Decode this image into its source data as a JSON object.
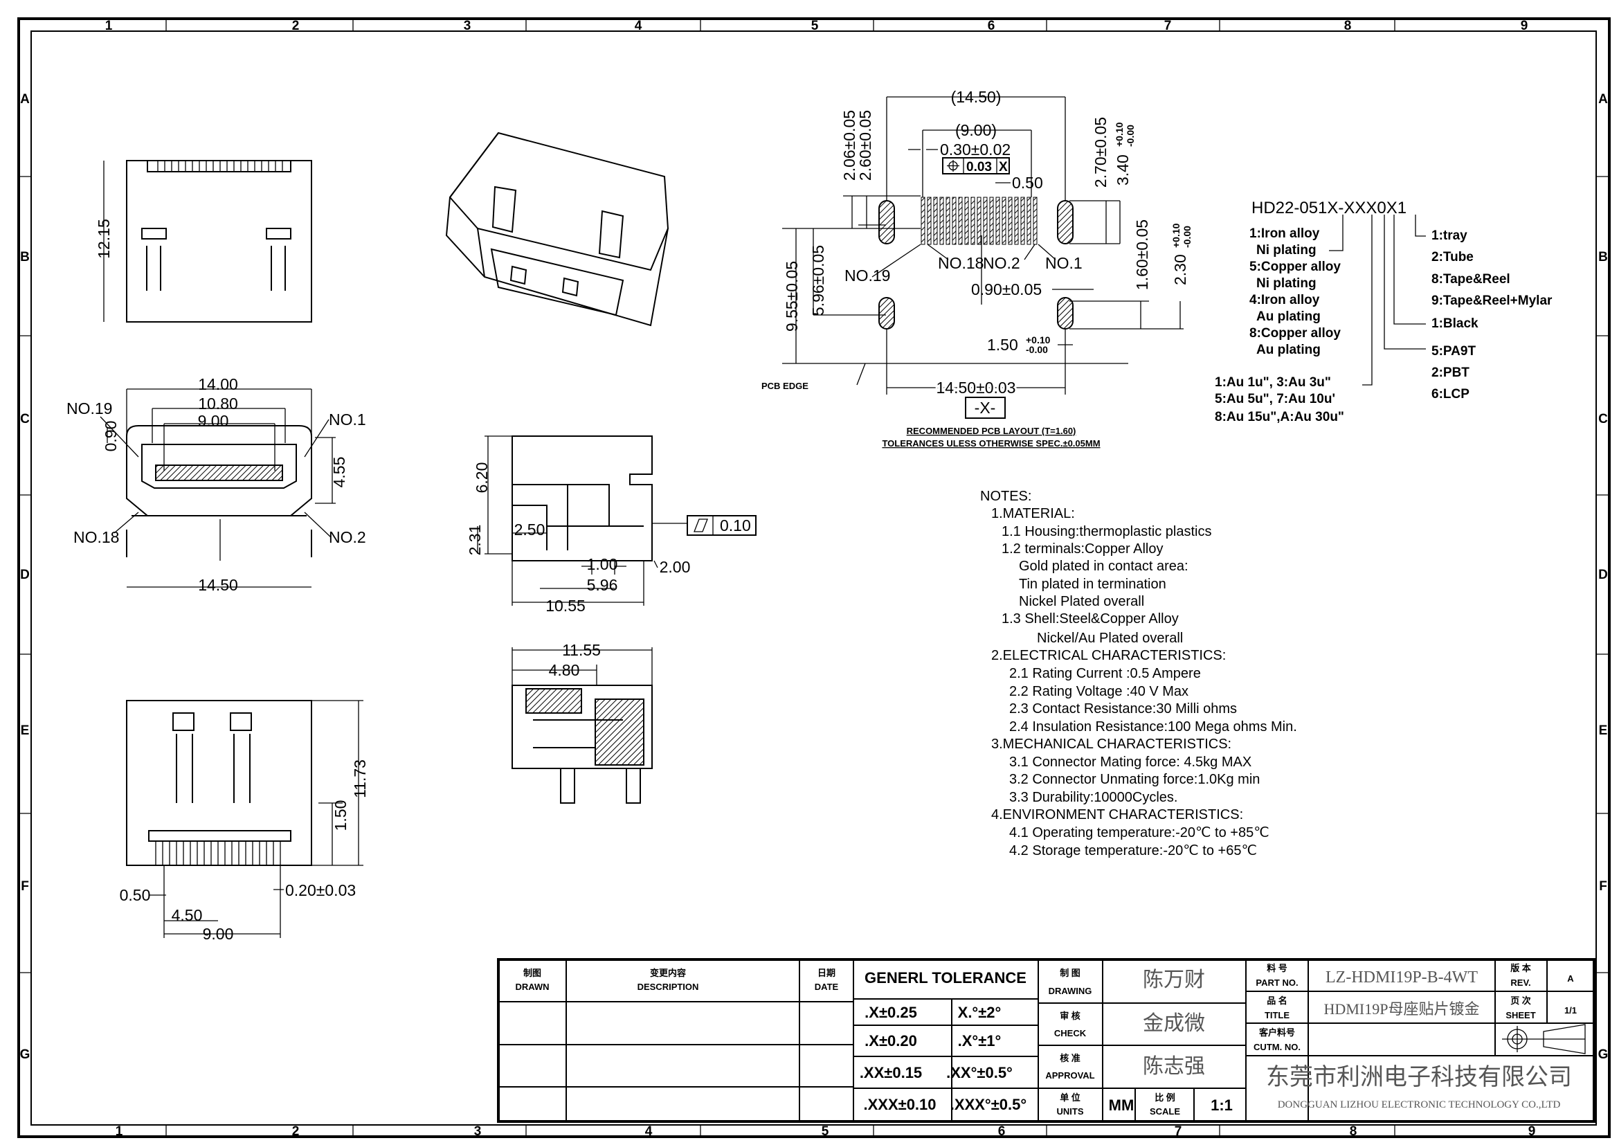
{
  "frame": {
    "columns": [
      "1",
      "2",
      "3",
      "4",
      "5",
      "6",
      "7",
      "8",
      "9"
    ],
    "rows": [
      "A",
      "B",
      "C",
      "D",
      "E",
      "F",
      "G"
    ]
  },
  "top_view": {
    "height_dim": "12.15"
  },
  "front_view": {
    "dim_14_00": "14.00",
    "dim_10_80": "10.80",
    "dim_9_00": "9.00",
    "dim_0_90": "0.90",
    "dim_4_55": "4.55",
    "dim_14_50": "14.50",
    "pin_19": "NO.19",
    "pin_1": "NO.1",
    "pin_18": "NO.18",
    "pin_2": "NO.2"
  },
  "side_view": {
    "dim_6_20": "6.20",
    "dim_2_31": "2.31",
    "dim_2_50": "2.50",
    "dim_1_00": "1.00",
    "dim_2_00": "2.00",
    "dim_5_96": "5.96",
    "dim_10_55": "10.55",
    "flatness_value": "0.10"
  },
  "section_view": {
    "dim_11_55": "11.55",
    "dim_4_80": "4.80"
  },
  "bottom_view": {
    "dim_11_73": "11.73",
    "dim_1_50": "1.50",
    "dim_0_50": "0.50",
    "dim_0_20": "0.20±0.03",
    "dim_4_50": "4.50",
    "dim_9_00": "9.00"
  },
  "pcb_layout": {
    "dim_overall_ref": "(14.50)",
    "dim_pitch_span_ref": "(9.00)",
    "dim_pad_width": "0.30±0.02",
    "fcf_tolerance": "0.03",
    "fcf_datum": "X",
    "dim_pitch": "0.50",
    "dim_2_06": "2.06±0.05",
    "dim_2_60": "2.60±0.05",
    "dim_2_70": "2.70±0.05",
    "dim_3_40": "3.40",
    "tol_plus": "+0.10",
    "tol_minus": "-0.00",
    "pin_18": "NO.18",
    "pin_2": "NO.2",
    "pin_1": "NO.1",
    "pin_19": "NO.19",
    "dim_9_55": "9.55±0.05",
    "dim_5_96": "5.96±0.05",
    "dim_1_60": "1.60±0.05",
    "dim_2_30": "2.30",
    "dim_0_90": "0.90±0.05",
    "dim_1_50": "1.50",
    "pcb_edge": "PCB EDGE",
    "dim_14_50": "14.50±0.03",
    "datum": "-X-",
    "caption": "RECOMMENDED PCB LAYOUT (T=1.60)",
    "tolerance_note": "TOLERANCES ULESS OTHERWISE SPEC.±0.05MM"
  },
  "part_number": {
    "code": "HD22-051X-XXX0X1",
    "shell_options": [
      "1:Iron alloy",
      "Ni plating",
      "5:Copper alloy",
      "Ni plating",
      "4:Iron alloy",
      "Au plating",
      "8:Copper alloy",
      "Au plating"
    ],
    "plating_options": [
      "1:Au 1u\", 3:Au 3u\"",
      "5:Au 5u\", 7:Au 10u'",
      "8:Au 15u\",A:Au 30u\""
    ],
    "packing_options": [
      "1:tray",
      "2:Tube",
      "8:Tape&Reel",
      "9:Tape&Reel+Mylar"
    ],
    "color_options": [
      "1:Black"
    ],
    "material_options": [
      "5:PA9T",
      "2:PBT",
      "6:LCP"
    ]
  },
  "notes": [
    "NOTES:",
    "1.MATERIAL:",
    "1.1 Housing:thermoplastic plastics",
    "1.2 terminals:Copper Alloy",
    "Gold plated in contact area:",
    "Tin plated in termination",
    "Nickel Plated overall",
    "1.3 Shell:Steel&Copper Alloy",
    "Nickel/Au Plated overall",
    "2.ELECTRICAL CHARACTERISTICS:",
    "2.1 Rating Current :0.5 Ampere",
    "2.2 Rating Voltage :40 V Max",
    "2.3 Contact Resistance:30 Milli ohms",
    "2.4 Insulation Resistance:100 Mega ohms Min.",
    "3.MECHANICAL CHARACTERISTICS:",
    "3.1 Connector Mating force: 4.5kg MAX",
    "3.2 Connector Unmating force:1.0Kg min",
    "3.3 Durability:10000Cycles.",
    "4.ENVIRONMENT CHARACTERISTICS:",
    "4.1 Operating temperature:-20℃ to +85℃",
    "4.2 Storage temperature:-20℃ to +65℃"
  ],
  "title_block": {
    "drawn_cn": "制图",
    "drawn": "DRAWN",
    "description_cn": "变更内容",
    "description": "DESCRIPTION",
    "date_cn": "日期",
    "date": "DATE",
    "general_tolerance": "GENERL TOLERANCE",
    "tolerances": [
      [
        ".X±0.25",
        "X.°±2°"
      ],
      [
        ".X±0.20",
        ".X°±1°"
      ],
      [
        ".XX±0.15",
        ".XX°±0.5°"
      ],
      [
        ".XXX±0.10",
        ".XXX°±0.5°"
      ]
    ],
    "drawing_cn": "制 图",
    "drawing": "DRAWING",
    "drawing_name": "陈万财",
    "check_cn": "审 核",
    "check": "CHECK",
    "check_name": "金成微",
    "approval_cn": "核 准",
    "approval": "APPROVAL",
    "approval_name": "陈志强",
    "units_cn": "单 位",
    "units": "UNITS",
    "units_value": "MM",
    "scale_cn": "比 例",
    "scale": "SCALE",
    "scale_value": "1:1",
    "part_no_cn": "料 号",
    "part_no": "PART NO.",
    "part_no_value": "LZ-HDMI19P-B-4WT",
    "title_cn": "品 名",
    "title": "TITLE",
    "title_value": "HDMI19P母座贴片镀金",
    "cust_no_cn": "客户料号",
    "cust_no": "CUTM. NO.",
    "cust_no_value": "",
    "rev_cn": "版 本",
    "rev": "REV.",
    "rev_value": "A",
    "sheet_cn": "页 次",
    "sheet": "SHEET",
    "sheet_value": "1/1",
    "company_cn": "东莞市利洲电子科技有限公司",
    "company_en": "DONGGUAN LIZHOU ELECTRONIC TECHNOLOGY CO.,LTD"
  }
}
